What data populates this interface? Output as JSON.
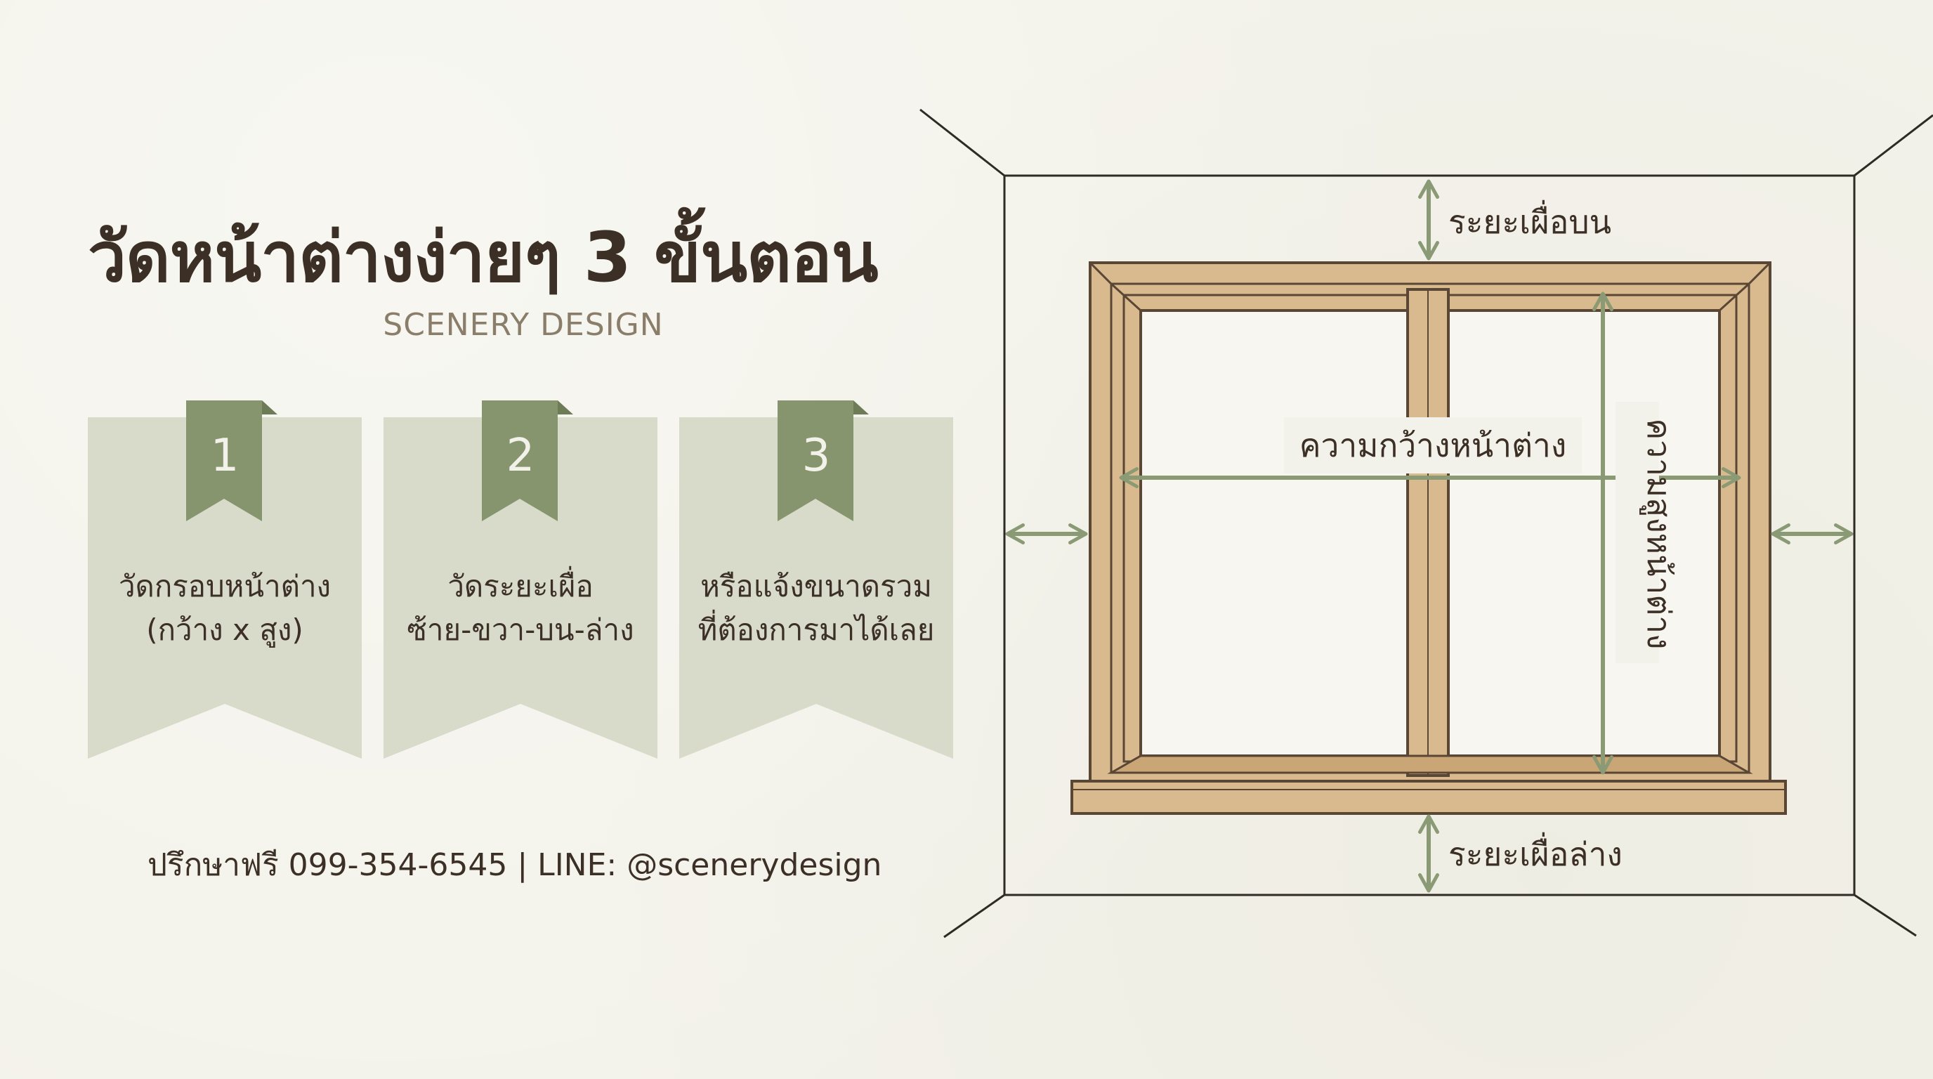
{
  "title": "วัดหน้าต่างง่ายๆ 3 ขั้นตอน",
  "brand": "SCENERY DESIGN",
  "steps": [
    {
      "number": "1",
      "line1": "วัดกรอบหน้าต่าง",
      "line2": "(กว้าง x สูง)"
    },
    {
      "number": "2",
      "line1": "วัดระยะเผื่อ",
      "line2": "ซ้าย-ขวา-บน-ล่าง"
    },
    {
      "number": "3",
      "line1": "หรือแจ้งขนาดรวม",
      "line2": "ที่ต้องการมาได้เลย"
    }
  ],
  "contact": "ปรึกษาฟรี 099-354-6545  | LINE: @scenerydesign",
  "diagram": {
    "label_top": "ระยะเผื่อบน",
    "label_bottom": "ระยะเผื่อล่าง",
    "label_width": "ความกว้างหน้าต่าง",
    "label_height": "ความสูงหน้าต่าง"
  },
  "colors": {
    "background": "#f3f2ea",
    "card": "#d8dbca",
    "badge": "#86956d",
    "arrow": "#8a9a74",
    "wood": "#d9b98e",
    "wood_dark": "#5a4634",
    "text": "#3c3026",
    "brand_text": "#8a7d6a"
  }
}
